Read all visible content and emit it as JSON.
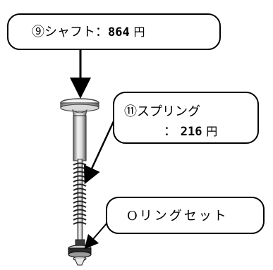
{
  "callouts": {
    "shaft": {
      "label": "⑨シャフト：",
      "price": "864",
      "unit": "円"
    },
    "spring": {
      "label": "⑪スプリング",
      "prefix": "：",
      "price": "216",
      "unit": "円"
    },
    "oring": {
      "label": "Oリングセット"
    }
  },
  "colors": {
    "ink": "#000000",
    "metal_dark": "#555555",
    "metal_light": "#e8e8e8"
  }
}
